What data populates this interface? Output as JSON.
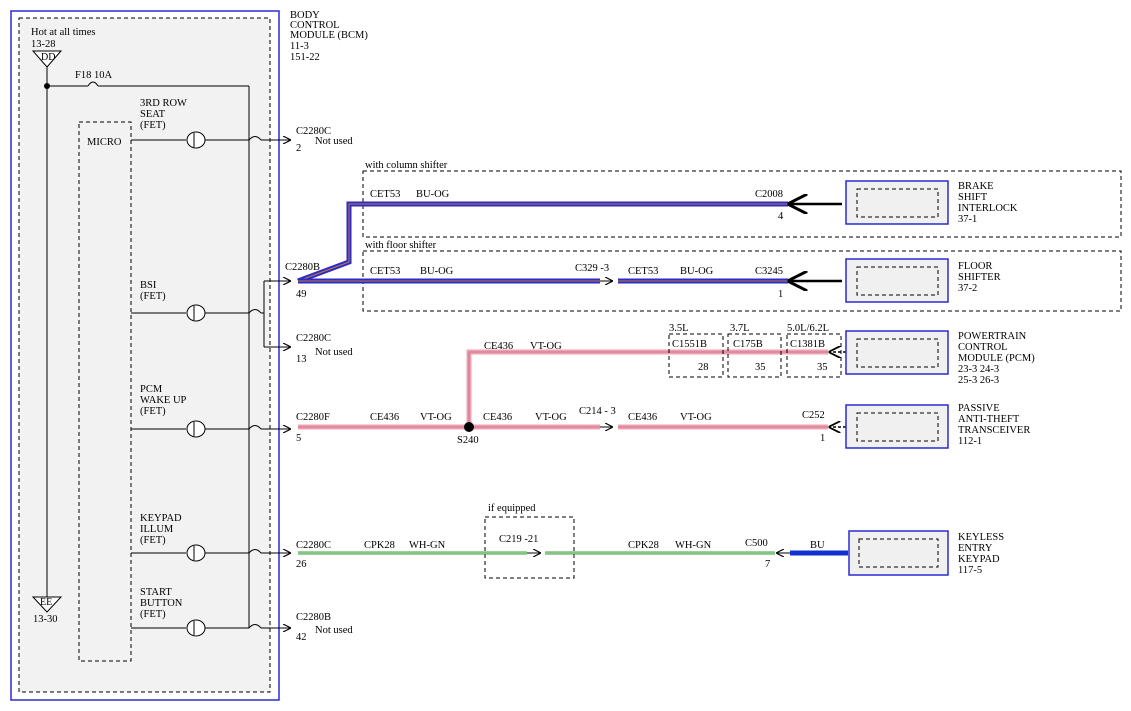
{
  "bcm": {
    "title_lines": [
      "BODY",
      "CONTROL",
      "MODULE (BCM)",
      "11-3",
      "151-22"
    ],
    "hot_label": "Hot at all times",
    "hot_ref": "13-28",
    "hot_tri": "DD",
    "ground_tri": "EE",
    "ground_ref": "13-30",
    "fuse": "F18   10A",
    "micro": "MICRO",
    "fets": {
      "third_row": [
        "3RD ROW",
        "SEAT",
        "(FET)"
      ],
      "bsi": [
        "BSI",
        "(FET)"
      ],
      "pcm_wake": [
        "PCM",
        "WAKE UP",
        "(FET)"
      ],
      "keypad": [
        "KEYPAD",
        "ILLUM",
        "(FET)"
      ],
      "start": [
        "START",
        "BUTTON",
        "(FET)"
      ]
    }
  },
  "pins": {
    "p2": {
      "conn": "C2280C",
      "pin": "2",
      "note": "Not used"
    },
    "p49": {
      "conn": "C2280B",
      "pin": "49"
    },
    "p13": {
      "conn": "C2280C",
      "pin": "13",
      "note": "Not used"
    },
    "p5": {
      "conn": "C2280F",
      "pin": "5"
    },
    "p26": {
      "conn": "C2280C",
      "pin": "26"
    },
    "p42": {
      "conn": "C2280B",
      "pin": "42",
      "note": "Not used"
    }
  },
  "col_shifter": {
    "label": "with column shifter",
    "circuit": "CET53",
    "color": "BU-OG",
    "conn": "C2008",
    "pin": "4",
    "module": [
      "BRAKE",
      "SHIFT",
      "INTERLOCK",
      "37-1"
    ]
  },
  "floor_shifter": {
    "label": "with floor shifter",
    "circuit1": "CET53",
    "color1": "BU-OG",
    "inline": "C329 -3",
    "circuit2": "CET53",
    "color2": "BU-OG",
    "conn": "C3245",
    "pin": "1",
    "module": [
      "FLOOR",
      "SHIFTER",
      "37-2"
    ]
  },
  "pcm": {
    "circuit": "CE436",
    "color": "VT-OG",
    "engines": [
      {
        "engine": "3.5L",
        "conn": "C1551B",
        "pin": "28"
      },
      {
        "engine": "3.7L",
        "conn": "C175B",
        "pin": "35"
      },
      {
        "engine": "5.0L/6.2L",
        "conn": "C1381B",
        "pin": "35"
      }
    ],
    "module": [
      "POWERTRAIN",
      "CONTROL",
      "MODULE (PCM)",
      "23-3   24-3",
      "25-3   26-3"
    ]
  },
  "pats": {
    "circuit1": "CE436",
    "color1": "VT-OG",
    "splice": "S240",
    "circuit2": "CE436",
    "color2": "VT-OG",
    "inline": "C214 - 3",
    "circuit3": "CE436",
    "color3": "VT-OG",
    "conn": "C252",
    "pin": "1",
    "module": [
      "PASSIVE",
      "ANTI-THEFT",
      "TRANSCEIVER",
      "112-1"
    ]
  },
  "keypad": {
    "circuit1": "CPK28",
    "color1": "WH-GN",
    "if_equipped": "if equipped",
    "inline": "C219 -21",
    "circuit2": "CPK28",
    "color2": "WH-GN",
    "conn": "C500",
    "pin": "7",
    "bu": "BU",
    "module": [
      "KEYLESS",
      "ENTRY",
      "KEYPAD",
      "117-5"
    ]
  },
  "colors": {
    "blue_og": "#2b2bc8",
    "blue_stripe": "#c87a3a",
    "violet_og": "#f0a0b0",
    "wh_gn": "#3aa03a",
    "bu": "#1030d0",
    "module_border": "#2b2bd0",
    "module_fill": "#f0f0f0"
  }
}
